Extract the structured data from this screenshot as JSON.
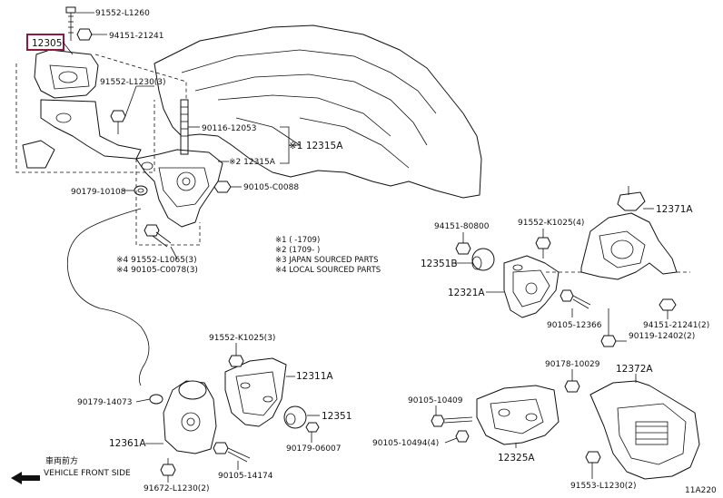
{
  "highlight": {
    "label": "12305",
    "color": "#8c1b3c"
  },
  "callouts": {
    "c91552_L1260": "91552-L1260",
    "c94151_21241_top": "94151-21241",
    "c91552_L1230_3": "91552-L1230(3)",
    "c90116_12053": "90116-12053",
    "c12315A_note": "※1 12315A",
    "c12315A_alt": "※2 12315A",
    "c90179_10108": "90179-10108",
    "c90105_C0088": "90105-C0088",
    "c91552_L1065_3": "※4 91552-L1065(3)",
    "c90105_C0078_3": "※4 90105-C0078(3)",
    "c94151_80800": "94151-80800",
    "c91552_K1025_4": "91552-K1025(4)",
    "c12371A": "12371A",
    "c12351B": "12351B",
    "c12321A": "12321A",
    "c90105_12366": "90105-12366",
    "c94151_21241_2": "94151-21241(2)",
    "c90119_12402_2": "90119-12402(2)",
    "c91552_K1025_3": "91552-K1025(3)",
    "c12311A": "12311A",
    "c90179_14073": "90179-14073",
    "c12351": "12351",
    "c12361A": "12361A",
    "c90179_06007": "90179-06007",
    "c90105_14174": "90105-14174",
    "c91672_L1230_2": "91672-L1230(2)",
    "c90178_10029": "90178-10029",
    "c12372A": "12372A",
    "c90105_10409": "90105-10409",
    "c90105_10494_4": "90105-10494(4)",
    "c12325A": "12325A",
    "c91553_L1230_2": "91553-L1230(2)"
  },
  "notes": [
    "※1 (     -1709)",
    "※2 (1709-     )",
    "※3 JAPAN SOURCED PARTS",
    "※4 LOCAL SOURCED PARTS"
  ],
  "direction": {
    "label_jp": "車両前方",
    "label_en": "VEHICLE FRONT SIDE"
  },
  "figure_code": "11A220"
}
